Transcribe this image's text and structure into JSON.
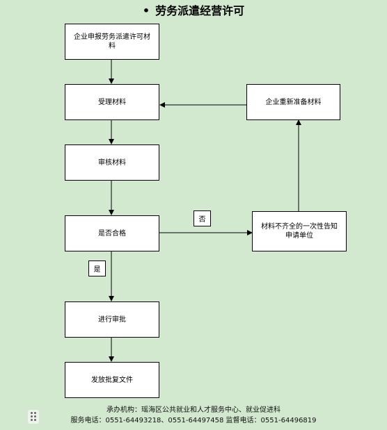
{
  "title": "劳务派遣经营许可",
  "nodes": {
    "apply": "企业申报劳务派遣许可材料",
    "accept": "受理材料",
    "review": "审核材料",
    "qualified": "是否合格",
    "approve": "进行审批",
    "issue": "发放批复文件",
    "notify": "材料不齐全的一次性告知申请单位",
    "resubmit": "企业重新准备材料"
  },
  "edge_labels": {
    "no": "否",
    "yes": "是"
  },
  "footer": {
    "agency": "承办机构：瑶海区公共就业和人才服务中心、就业促进科",
    "phones": "服务电话：0551-64493218、0551-64497458  监督电话：0551-64496819"
  },
  "colors": {
    "background": "#d2e8cf",
    "box_fill": "#ffffff",
    "line": "#000000"
  },
  "icons": {
    "title_bullet": "bullet-icon",
    "grip": "drag-handle-icon"
  }
}
